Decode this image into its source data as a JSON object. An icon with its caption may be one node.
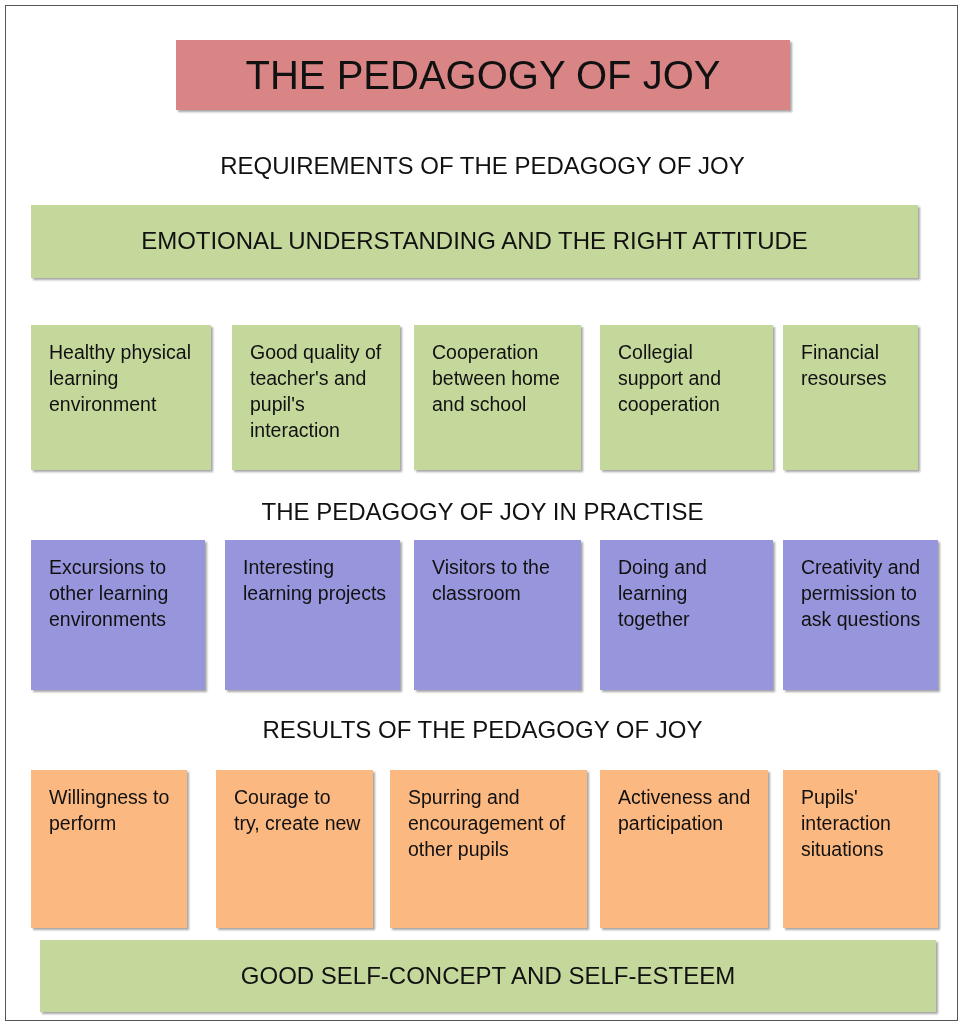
{
  "diagram": {
    "nodes": [
      {
        "text": [
          "THE PEDAGOGY OF JOY"
        ]
      },
      {
        "text": [
          "EMOTIONAL UNDERSTANDING AND THE RIGHT ATTITUDE"
        ]
      },
      {
        "text": [
          "Healthy physical learning environment"
        ]
      },
      {
        "text": [
          "Good quality of teacher's and pupil's interaction"
        ]
      },
      {
        "text": [
          "Cooperation between home and school"
        ]
      },
      {
        "text": [
          "Collegial support and cooperation"
        ]
      },
      {
        "text": [
          "Financial resourses"
        ]
      },
      {
        "text": [
          "Excursions to other learning environments"
        ]
      },
      {
        "text": [
          "Interesting learning projects"
        ]
      },
      {
        "text": [
          "Visitors to the classroom"
        ]
      },
      {
        "text": [
          "Doing and learning together"
        ]
      },
      {
        "text": [
          "Creativity and permission to ask questions"
        ]
      },
      {
        "text": [
          "Willingness to perform"
        ]
      },
      {
        "text": [
          "Courage to try, create new"
        ]
      },
      {
        "text": [
          "Spurring and encouragement of other pupils"
        ]
      },
      {
        "text": [
          "Activeness and participation"
        ]
      },
      {
        "text": [
          "Pupils' interaction situations"
        ]
      },
      {
        "text": [
          "GOOD SELF-CONCEPT AND SELF-ESTEEM"
        ]
      }
    ],
    "labels": [
      "REQUIREMENTS OF THE PEDAGOGY OF JOY",
      "THE PEDAGOGY OF JOY IN PRACTISE",
      "RESULTS OF THE PEDAGOGY OF JOY"
    ]
  }
}
